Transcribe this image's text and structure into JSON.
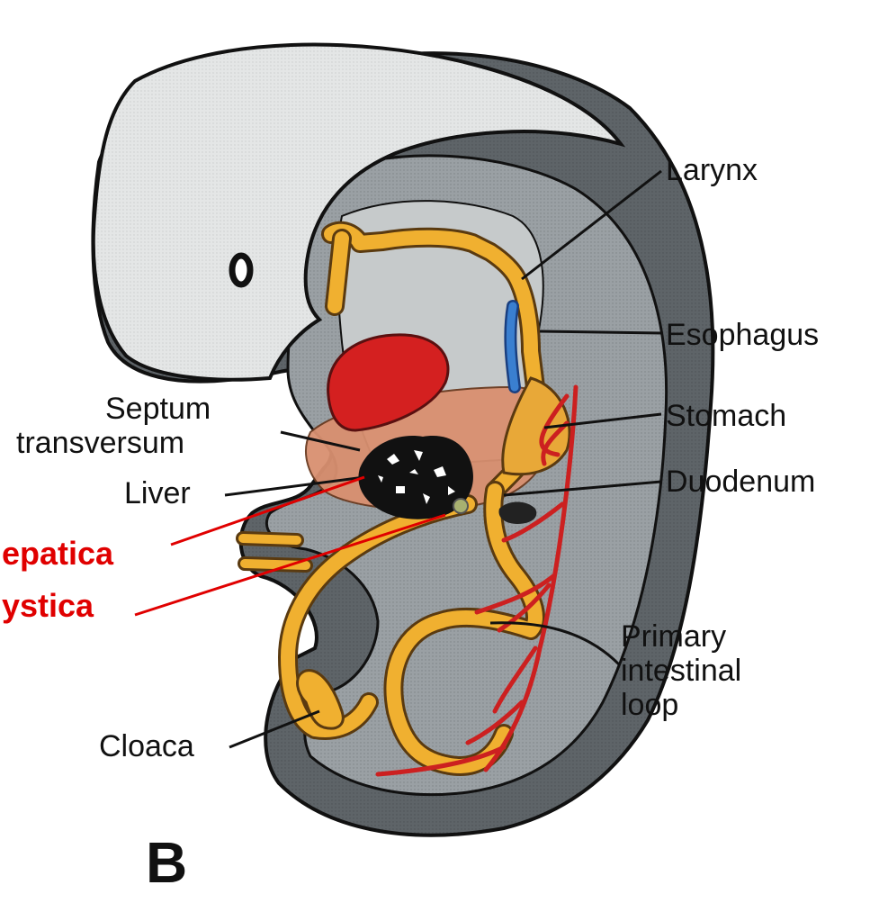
{
  "diagram": {
    "panel_letter": "B",
    "labels": {
      "larynx": "Larynx",
      "esophagus": "Esophagus",
      "septum_line1": "Septum",
      "septum_line2": "transversum",
      "stomach": "Stomach",
      "liver": "Liver",
      "duodenum": "Duodenum",
      "hepatica": "epatica",
      "cystica": "ystica",
      "primary_line1": "Primary",
      "primary_line2": "intestinal",
      "primary_line3": "loop",
      "cloaca": "Cloaca"
    },
    "colors": {
      "annotation_red": "#e00000",
      "gut_tube": "#f0b030",
      "gut_outline": "#5a3a10",
      "septum": "#d99070",
      "heart": "#d42020",
      "vessels": "#cc2020",
      "trachea_bud": "#3a7fd0",
      "embryo_body": "#d8d8d8",
      "body_wall_dark": "#5e6468",
      "body_wall_mid": "#9aa0a4",
      "liver": "#111111"
    }
  }
}
